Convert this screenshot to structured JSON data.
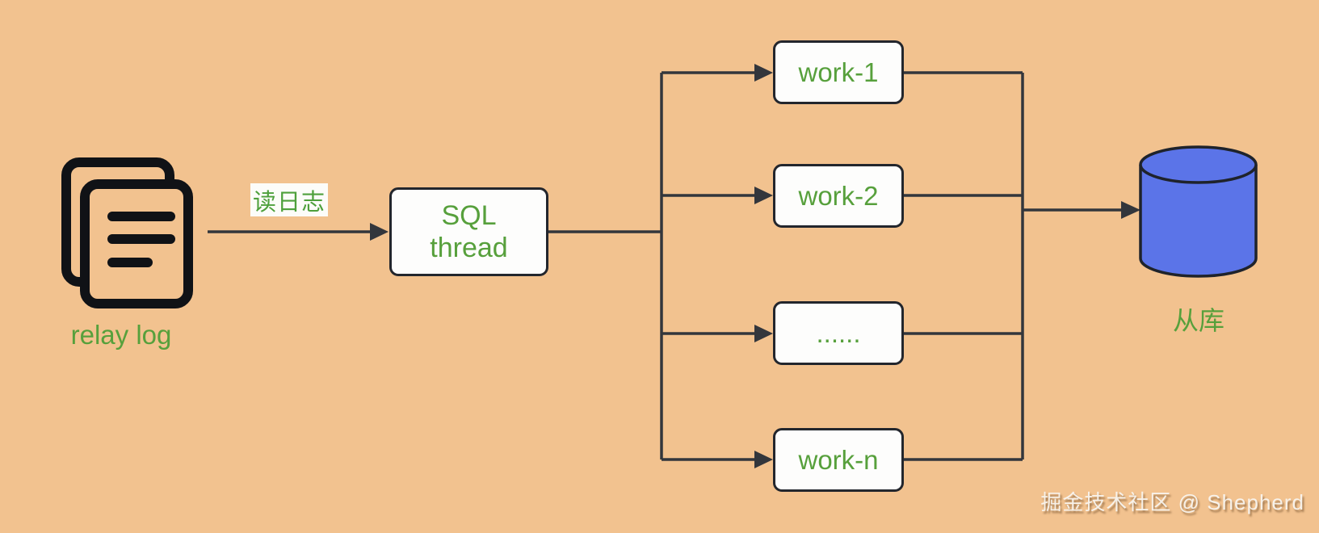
{
  "diagram": {
    "title_hint": "MySQL parallel replication on slave",
    "relay_log_label": "relay log",
    "edge_label": "读日志",
    "sql_thread": {
      "line1": "SQL",
      "line2": "thread"
    },
    "workers": [
      {
        "label": "work-1"
      },
      {
        "label": "work-2"
      },
      {
        "label": "......"
      },
      {
        "label": "work-n"
      }
    ],
    "slave_db_label": "从库"
  },
  "watermark": "掘金技术社区 @ Shepherd",
  "icons": {
    "relay_log": "stacked-documents-icon",
    "slave_db": "database-cylinder-icon",
    "connectors": "arrowhead-right"
  },
  "colors": {
    "background": "#f2c28f",
    "node_text_green": "#57a03c",
    "database_blue": "#5b74e8",
    "connector_dark": "#33363c",
    "box_fill": "#fdfdfc",
    "box_border": "#23262d",
    "edge_label_bg": "#fcfcf9",
    "watermark_text": "#f9f6f2"
  }
}
